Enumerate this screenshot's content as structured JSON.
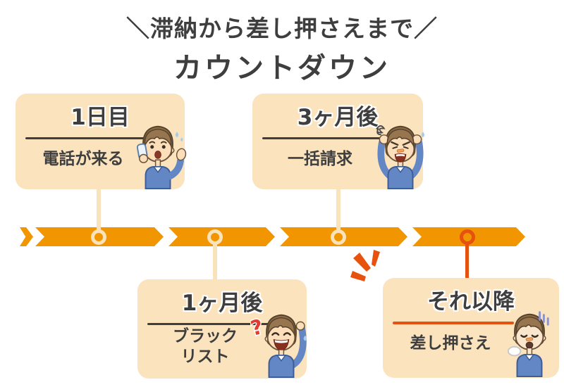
{
  "title": {
    "line1": "＼滞納から差し押さえまで／",
    "line2": "カウントダウン"
  },
  "colors": {
    "timeline_orange": "#f19500",
    "accent_red_orange": "#e5520f",
    "card_background": "#fbe3be",
    "connector_cream": "#fae2ba",
    "text_dark": "#3e3e3e",
    "question_mark_red": "#e23b30"
  },
  "timeline": {
    "direction": "left-to-right",
    "stages": [
      {
        "heading": "1日目",
        "label": "電話が来る",
        "card_position": "above",
        "marker_color": "cream",
        "character": "worried-man-on-phone"
      },
      {
        "heading": "1ヶ月後",
        "label": "ブラック\nリスト",
        "card_position": "below",
        "marker_color": "cream",
        "character": "embarrassed-man-scratching-head",
        "extra": "?"
      },
      {
        "heading": "3ヶ月後",
        "label": "一括請求",
        "card_position": "above",
        "marker_color": "cream",
        "character": "angry-man-holding-head"
      },
      {
        "heading": "それ以降",
        "label": "差し押さえ",
        "card_position": "below",
        "marker_color": "red-orange",
        "character": "dejected-man",
        "emphasis": "burst-mark"
      }
    ]
  }
}
